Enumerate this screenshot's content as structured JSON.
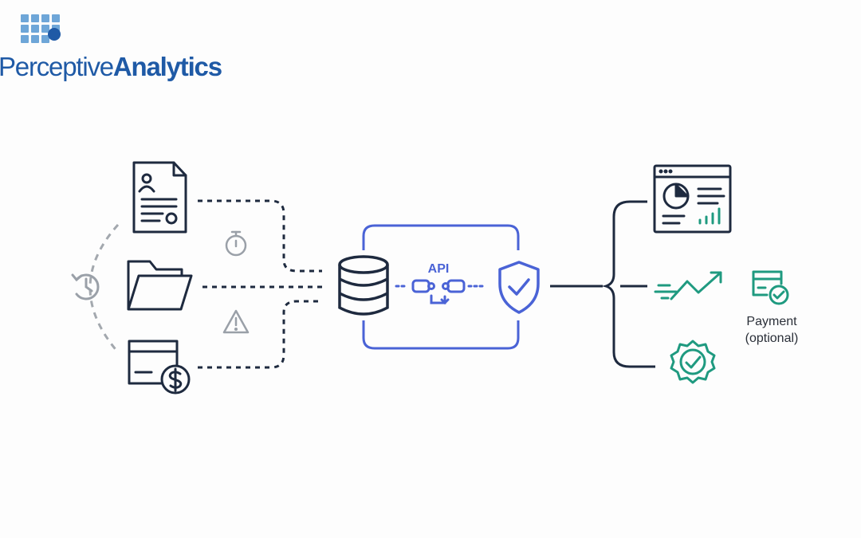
{
  "logo": {
    "word_regular": "Perceptive",
    "word_bold": "Analytics",
    "color": "#1f5aa6",
    "tile_color": "#6ea6d8"
  },
  "diagram": {
    "hub_label": "API",
    "payment_label_line1": "Payment",
    "payment_label_line2": "(optional)"
  },
  "icons": {
    "sources": [
      "profile-document-icon",
      "folder-icon",
      "credit-card-dollar-icon"
    ],
    "annotations": [
      "history-icon",
      "stopwatch-icon",
      "warning-icon"
    ],
    "hub": [
      "database-icon",
      "api-connector-icon",
      "shield-check-icon"
    ],
    "outputs": [
      "dashboard-icon",
      "trend-arrow-icon",
      "verified-badge-icon",
      "payment-card-check-icon"
    ]
  },
  "colors": {
    "navy": "#1e2a3f",
    "blue": "#4a63d6",
    "teal": "#1f9a80",
    "gray": "#9aa0a8"
  }
}
